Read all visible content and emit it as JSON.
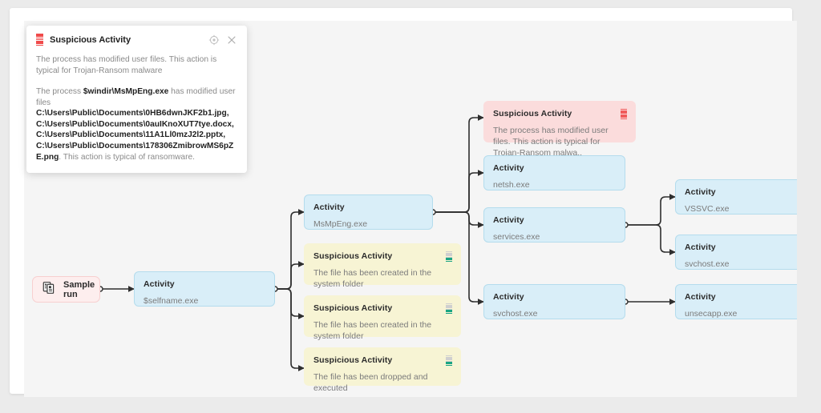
{
  "popover": {
    "icon": "red-stripes-icon",
    "title": "Suspicious Activity",
    "settings_icon": "gear-icon",
    "close_icon": "close-icon",
    "paragraph1": "The process has modified user files. This action is typical for Trojan-Ransom malware",
    "paragraph2_prefix": "The process ",
    "paragraph2_bold1": "$windir\\MsMpEng.exe",
    "paragraph2_mid": " has modified user files ",
    "paragraph2_bold2": "C:\\Users\\Public\\Documents\\0HB6dwnJKF2b1.jpg, C:\\Users\\Public\\Documents\\0auIKnoXUT7tye.docx, C:\\Users\\Public\\Documents\\11A1Ll0mzJ2l2.pptx, C:\\Users\\Public\\Documents\\178306ZmibrowMS6pZE.png",
    "paragraph2_suffix": ". This action is typical of ransomware."
  },
  "graph": {
    "start_node": {
      "label": "Sample run",
      "icon": "documents-icon"
    },
    "nodes": [
      {
        "id": "selfname",
        "kind": "activity",
        "title": "Activity",
        "sub": "$selfname.exe"
      },
      {
        "id": "msmpeng",
        "kind": "activity",
        "title": "Activity",
        "sub": "MsMpEng.exe"
      },
      {
        "id": "susp1",
        "kind": "suspicious-yellow",
        "title": "Suspicious Activity",
        "sub": "The file has been created in the system folder"
      },
      {
        "id": "susp2",
        "kind": "suspicious-yellow",
        "title": "Suspicious Activity",
        "sub": "The file has been created in the system folder"
      },
      {
        "id": "susp3",
        "kind": "suspicious-yellow",
        "title": "Suspicious Activity",
        "sub": "The file has been dropped and executed"
      },
      {
        "id": "suspred",
        "kind": "suspicious-red",
        "title": "Suspicious Activity",
        "sub": "The process has modified user files. This action is typical for Trojan-Ransom malwa.."
      },
      {
        "id": "netsh",
        "kind": "activity",
        "title": "Activity",
        "sub": "netsh.exe"
      },
      {
        "id": "services",
        "kind": "activity",
        "title": "Activity",
        "sub": "services.exe"
      },
      {
        "id": "svchost1",
        "kind": "activity",
        "title": "Activity",
        "sub": "svchost.exe"
      },
      {
        "id": "vssvc",
        "kind": "activity",
        "title": "Activity",
        "sub": "VSSVC.exe"
      },
      {
        "id": "svchost2",
        "kind": "activity",
        "title": "Activity",
        "sub": "svchost.exe"
      },
      {
        "id": "unsecapp",
        "kind": "activity",
        "title": "Activity",
        "sub": "unsecapp.exe"
      }
    ]
  },
  "colors": {
    "canvas_bg": "#f5f5f5",
    "page_bg": "#ebebeb",
    "activity_fill": "#d9eef8",
    "activity_border": "#b4dced",
    "suspicious_red_fill": "#fbdcdc",
    "suspicious_yellow_fill": "#f7f4d4",
    "start_fill": "#fdeeee",
    "start_border": "#f7cfcf",
    "edge": "#2e2e2e",
    "accent_red": "#f04a4a",
    "accent_teal": "#1aa583"
  }
}
